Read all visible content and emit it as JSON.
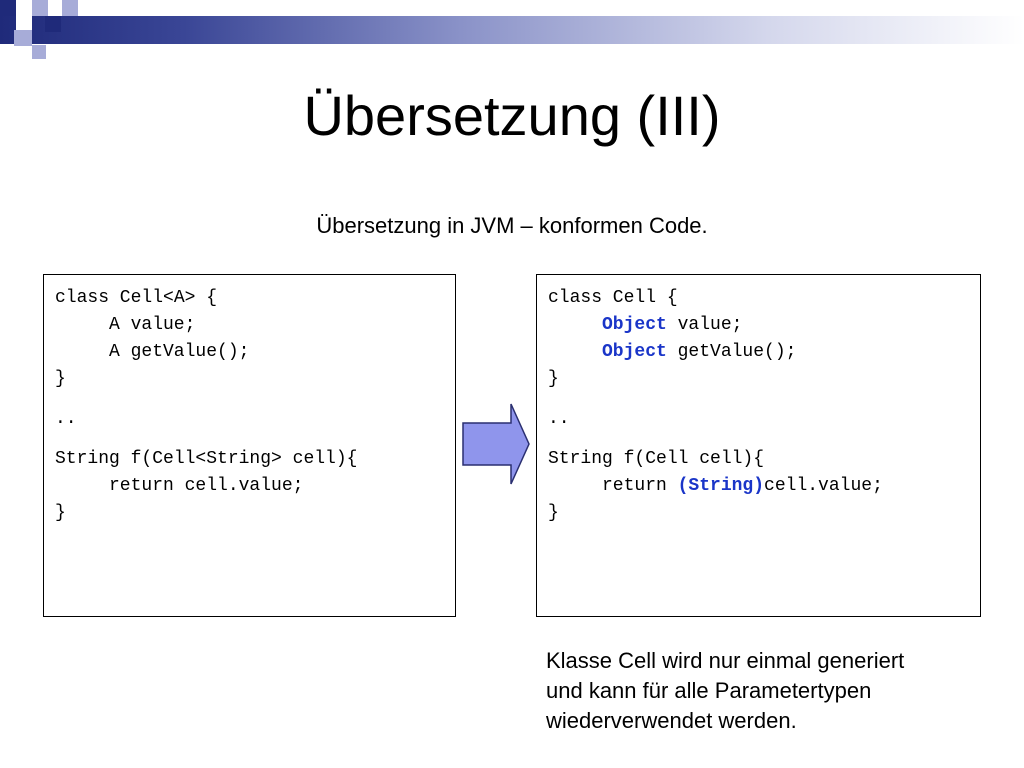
{
  "slide": {
    "title": "Übersetzung (III)",
    "subtitle": "Übersetzung in JVM – konformen Code.",
    "note_lines": [
      "Klasse Cell wird nur einmal generiert",
      "und kann für alle Parametertypen",
      "wiederverwendet werden."
    ]
  },
  "code_left": {
    "l1": "class Cell<A> {",
    "l2": "A value;",
    "l3": "A getValue();",
    "l4": "}",
    "l5": "..",
    "l6": "String f(Cell<String> cell){",
    "l7": "return cell.value;",
    "l8": "}"
  },
  "code_right": {
    "l1": "class Cell {",
    "l2_kw": "Object",
    "l2_rest": " value;",
    "l3_kw": "Object",
    "l3_rest": " getValue();",
    "l4": "}",
    "l5": "..",
    "l6": "String f(Cell cell){",
    "l7_pre": "return ",
    "l7_kw": "(String)",
    "l7_rest": "cell.value;",
    "l8": "}"
  },
  "colors": {
    "header_navy": "#1f2a7a",
    "accent_lavender": "#a7acd8",
    "arrow_fill": "#8f95ec",
    "keyword_blue": "#1a35c8"
  },
  "icons": {
    "arrow": "right-arrow-icon"
  }
}
